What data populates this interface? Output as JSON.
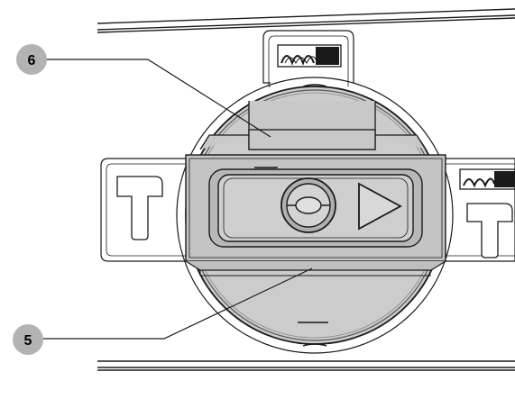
{
  "callouts": [
    {
      "id": "6",
      "label": "6",
      "target": "latch"
    },
    {
      "id": "5",
      "label": "5",
      "target": "cover"
    }
  ],
  "icons": {
    "left_tab": "unlock-t-icon",
    "right_tab": "lock-t-icon",
    "slider": "slide-arrow-icon",
    "knob": "rotary-knob-icon"
  },
  "colors": {
    "badge_fill": "#b3b3b3",
    "disc_fill": "#cccccc",
    "outline": "#1a1a1a",
    "background": "#ffffff"
  }
}
